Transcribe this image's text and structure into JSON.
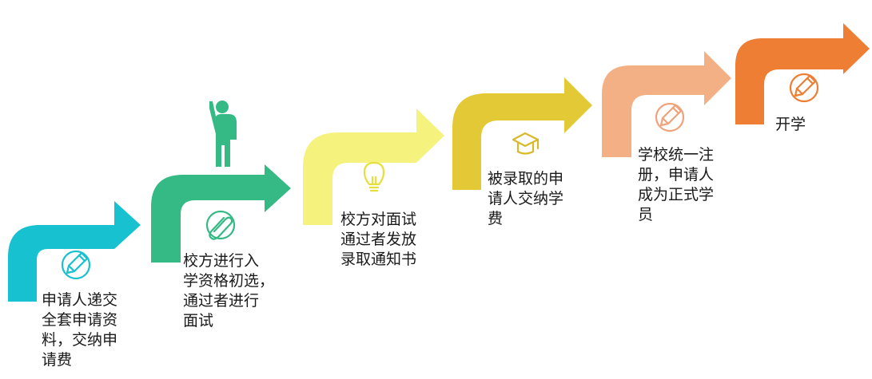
{
  "steps": [
    {
      "lines": [
        "申请人递交",
        "全套申请资",
        "料，交纳申",
        "请费"
      ],
      "color": "#17c1d0",
      "icon": "pencil-icon",
      "icon_color": "#17c1d0"
    },
    {
      "lines": [
        "校方进行入",
        "学资格初选，",
        "通过者进行",
        "面试"
      ],
      "color": "#35b985",
      "icon": "paperclip-icon",
      "icon_color": "#35b985"
    },
    {
      "lines": [
        "校方对面试",
        "通过者发放",
        "录取通知书"
      ],
      "color": "#f6f27e",
      "icon": "lightbulb-icon",
      "icon_color": "#e6df3a"
    },
    {
      "lines": [
        "被录取的申",
        "请人交纳学",
        "费"
      ],
      "color": "#e3c935",
      "icon": "graduation-cap-icon",
      "icon_color": "#d8b92a"
    },
    {
      "lines": [
        "学校统一注",
        "册，申请人",
        "成为正式学",
        "员"
      ],
      "color": "#f3b085",
      "icon": "pencil-icon",
      "icon_color": "#f0a27a"
    },
    {
      "lines": [
        "开学"
      ],
      "color": "#ee7e33",
      "icon": "pencil-icon",
      "icon_color": "#ee7e33"
    }
  ],
  "person_icon": {
    "name": "person-pointing-icon",
    "color": "#35b985"
  }
}
